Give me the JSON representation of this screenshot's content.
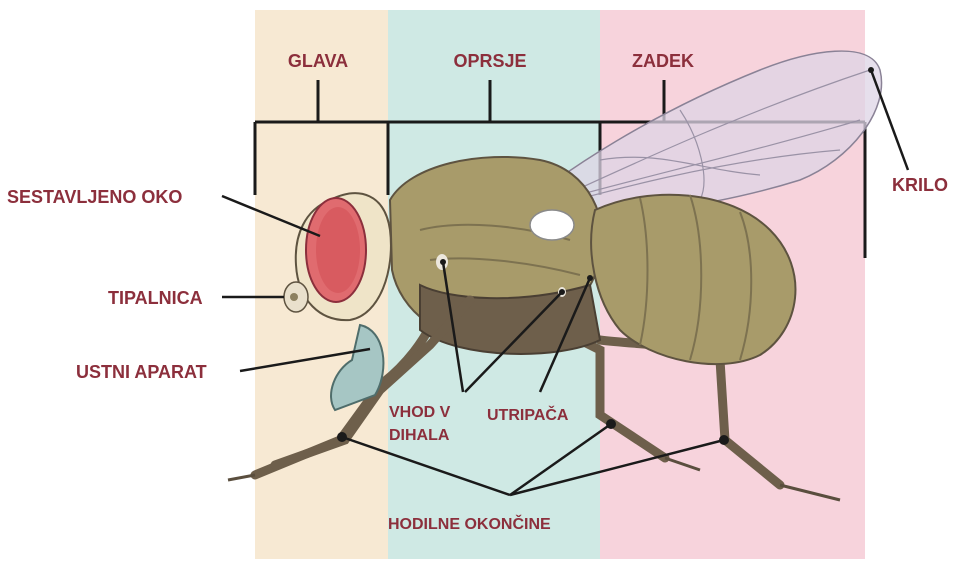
{
  "sections": {
    "head": "GLAVA",
    "thorax": "OPRSJE",
    "abdomen": "ZADEK"
  },
  "labels": {
    "compound_eye": "SESTAVLJENO OKO",
    "palp": "TIPALNICA",
    "mouthparts": "USTNI APARAT",
    "spiracle_line1": "VHOD V",
    "spiracle_line2": "DIHALA",
    "haltere": "UTRIPAČA",
    "wing": "KRILO",
    "legs": "HODILNE OKONČINE"
  },
  "colors": {
    "head_band": "#f7e9d3",
    "thorax_band": "#cfe9e4",
    "abdomen_band": "#f7d3dc",
    "label_text": "#8c2f3c",
    "line": "#1a1a1a",
    "body_main": "#a89b6a",
    "body_dark": "#6e5f4b",
    "eye": "#e06b6f"
  }
}
